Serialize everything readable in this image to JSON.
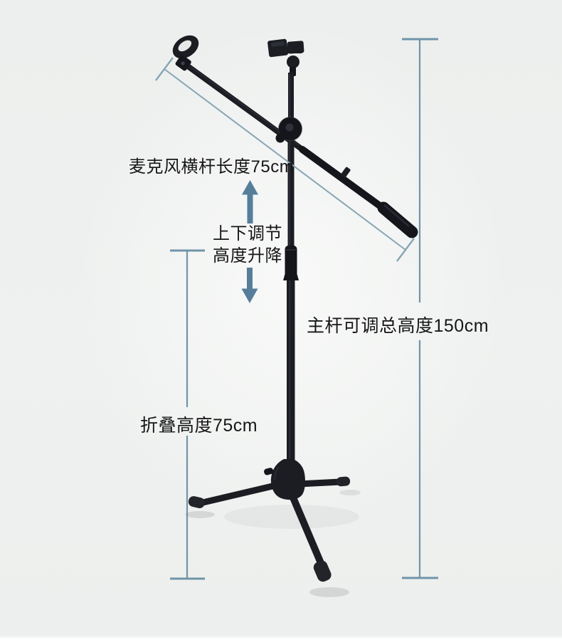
{
  "annotations": {
    "boom_length": "麦克风横杆长度75cm",
    "vertical_adjust_line1": "上下调节",
    "vertical_adjust_line2": "高度升降",
    "total_height": "主杆可调总高度150cm",
    "folded_height": "折叠高度75cm"
  },
  "icons": {
    "up_arrow": "up-arrow-icon",
    "down_arrow": "down-arrow-icon"
  },
  "colors": {
    "bg": "#eef0ef",
    "bg-glow": "#f8f9f8",
    "line": "#7094a8",
    "line-light": "#88a5b4",
    "arrow": "#567e9b",
    "text": "#161616",
    "stand": "#1b1d23",
    "stand-dark": "#14161b",
    "stand-cap": "#222429",
    "stand-sheen": "#3c404a",
    "hole": "#e6e9e8"
  }
}
